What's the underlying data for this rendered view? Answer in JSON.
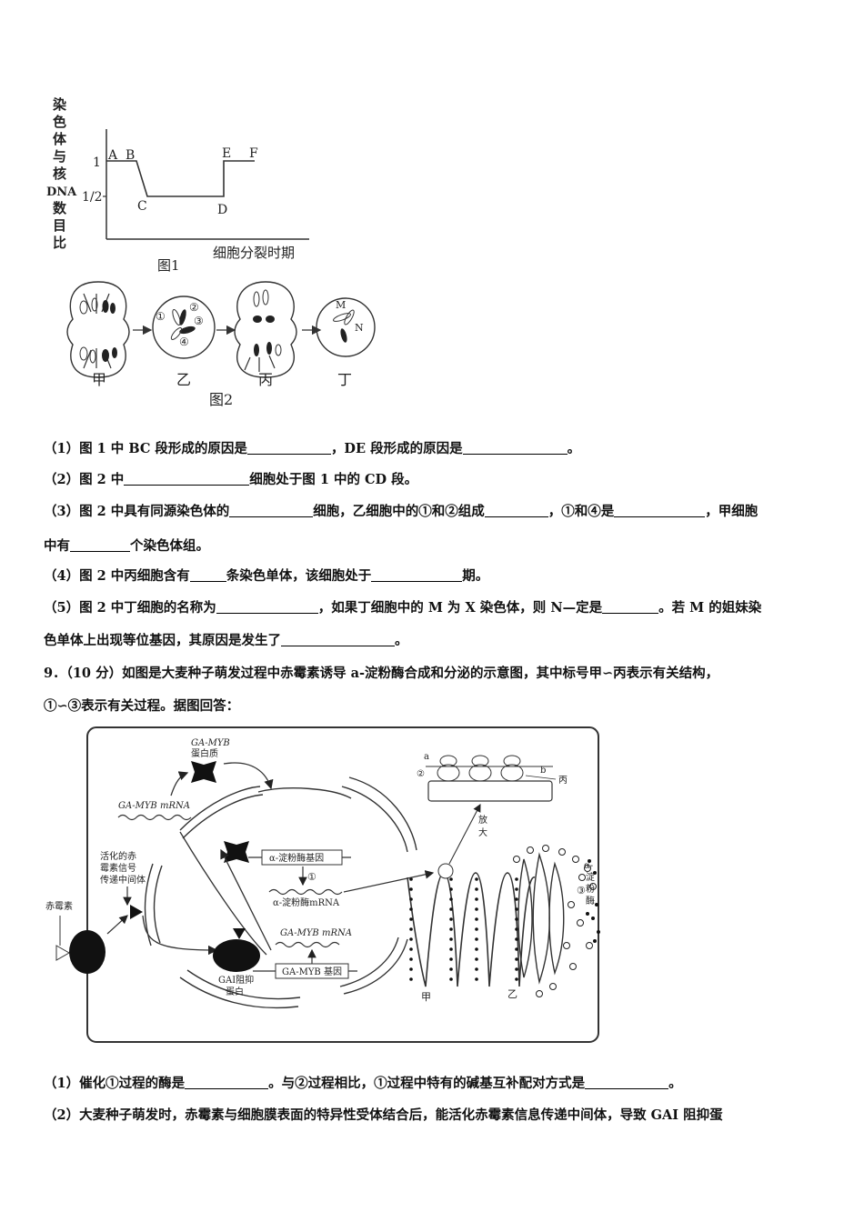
{
  "figure1": {
    "y_axis_label": "染色体与核DNA数目比",
    "x_axis_label": "细胞分裂时期",
    "caption": "图1",
    "tick_1": "1",
    "tick_half": "1/2",
    "points": [
      "A",
      "B",
      "C",
      "D",
      "E",
      "F"
    ]
  },
  "figure2": {
    "caption": "图2",
    "cells": [
      "甲",
      "乙",
      "丙",
      "丁"
    ],
    "yi_labels": [
      "①",
      "②",
      "③",
      "④"
    ],
    "ding_labels": [
      "M",
      "N"
    ]
  },
  "q8": {
    "s1a": "（1）图 1 中 BC 段形成的原因是",
    "s1b": "，DE 段形成的原因是",
    "s1c": "。",
    "s2a": "（2）图 2 中",
    "s2b": "细胞处于图 1 中的 CD 段。",
    "s3a": "（3）图 2 中具有同源染色体的",
    "s3b": "细胞，乙细胞中的①和②组成",
    "s3c": "，①和④是",
    "s3d": "，甲细胞",
    "s3e": "中有",
    "s3f": "个染色体组。",
    "s4a": "（4）图 2 中丙细胞含有",
    "s4b": "条染色单体，该细胞处于",
    "s4c": "期。",
    "s5a": "（5）图 2 中丁细胞的名称为",
    "s5b": "，如果丁细胞中的 M 为 X 染色体，则 N—定是",
    "s5c": "。若 M 的姐妹染",
    "s5d": "色单体上出现等位基因，其原因是发生了",
    "s5e": "。"
  },
  "q9": {
    "intro1": "9．（10 分）如图是大麦种子萌发过程中赤霉素诱导 a-淀粉酶合成和分泌的示意图，其中标号甲∽丙表示有关结构，",
    "intro2": "①∽③表示有关过程。据图回答：",
    "s1a": "（1）催化①过程的酶是",
    "s1b": "。与②过程相比，①过程中特有的碱基互补配对方式是",
    "s1c": "。",
    "s2": "（2）大麦种子萌发时，赤霉素与细胞膜表面的特异性受体结合后，能活化赤霉素信息传递中间体，导致 GAI 阻抑蛋"
  },
  "diagram": {
    "gamyb_protein": [
      "GA-MYB",
      "蛋白质"
    ],
    "gamyb_mrna": "GA-MYB mRNA",
    "intermediate": [
      "活化的赤",
      "霉素信号",
      "传递中间体"
    ],
    "gibberellin": "赤霉素",
    "amylase_gene": "α-淀粉酶基因",
    "step1": "①",
    "amylase_mrna": "α-淀粉酶mRNA",
    "gamyb_mrna2": "GA-MYB mRNA",
    "gamyb_gene": "GA-MYB 基因",
    "gai": [
      "GAI阻抑",
      "蛋白"
    ],
    "zoom": [
      "放",
      "大"
    ],
    "label_a": "a",
    "label_b": "b",
    "step2": "②",
    "bing": "丙",
    "jia": "甲",
    "yi": "乙",
    "step3": "③",
    "amylase": [
      "α-",
      "淀",
      "粉",
      "酶"
    ]
  }
}
